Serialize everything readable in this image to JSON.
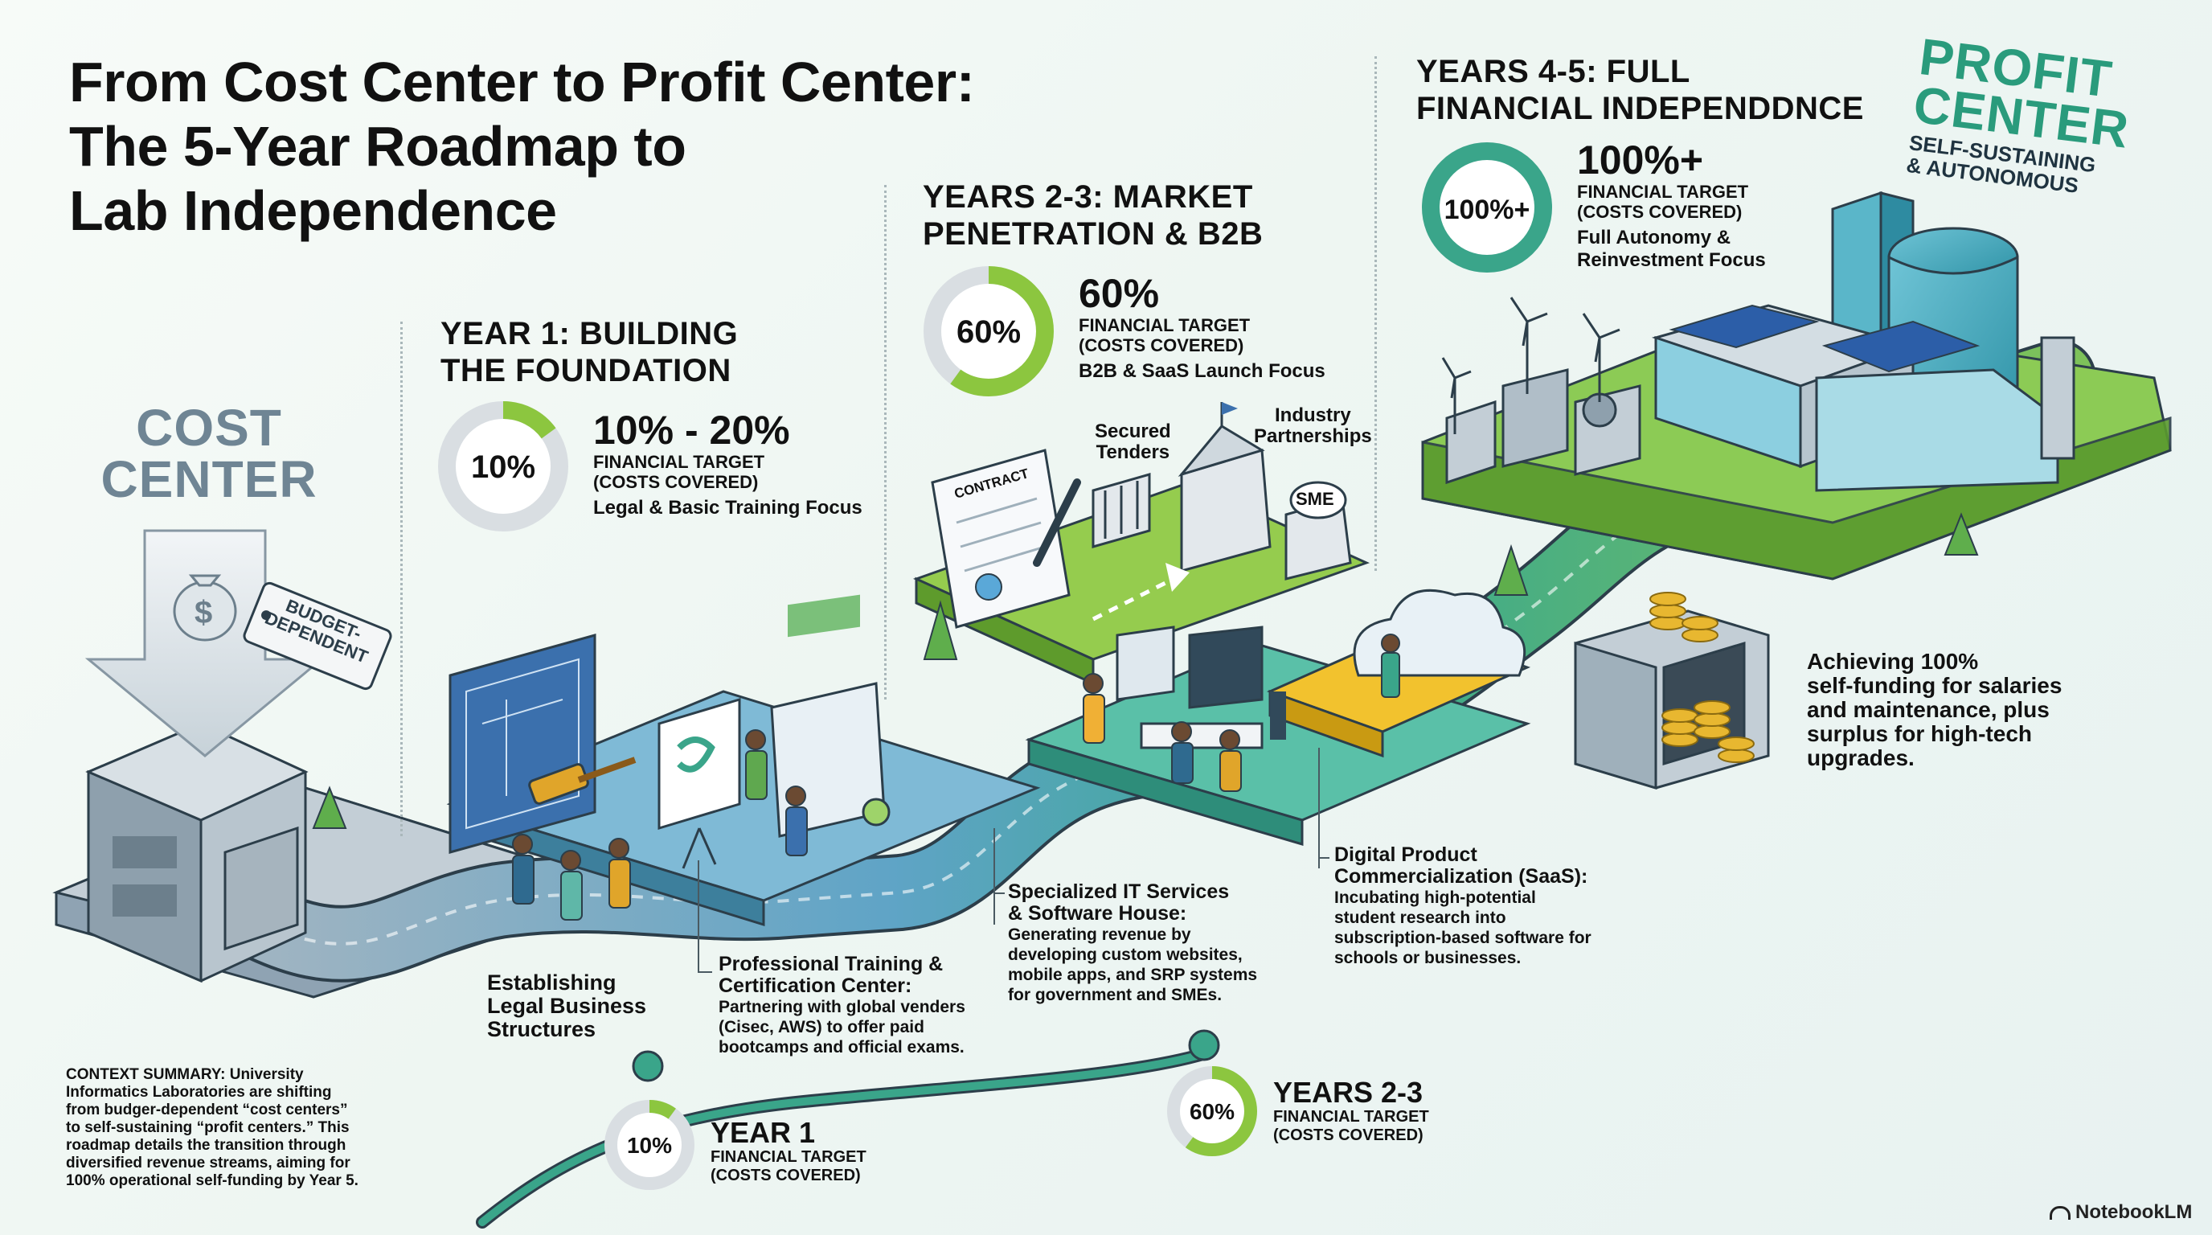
{
  "title": {
    "line1": "From Cost Center to Profit Center:",
    "line2": "The 5-Year Roadmap to",
    "line3": "Lab Independence"
  },
  "cost_center": {
    "line1": "COST",
    "line2": "CENTER",
    "tag": "BUDGET-DEPENDENT",
    "money_symbol": "$"
  },
  "profit_center": {
    "line1": "PROFIT",
    "line2": "CENTER",
    "sub1": "SELF-SUSTAINING",
    "sub2": "& AUTONOMOUS"
  },
  "phases": [
    {
      "heading1": "YEAR 1: BUILDING",
      "heading2": "THE FOUNDATION",
      "ring_label": "10%",
      "progress": 0.15,
      "target": "10% - 20%",
      "target_label1": "FINANCIAL TARGET",
      "target_label2": "(COSTS COVERED)",
      "focus": "Legal & Basic Training Focus"
    },
    {
      "heading1": "YEARS 2-3: MARKET",
      "heading2": "PENETRATION & B2B",
      "ring_label": "60%",
      "progress": 0.6,
      "target": "60%",
      "target_label1": "FINANCIAL TARGET",
      "target_label2": "(COSTS COVERED)",
      "focus": "B2B & SaaS Launch Focus"
    },
    {
      "heading1": "YEARS 4-5: FULL",
      "heading2": "FINANCIAL INDEPENDDNCE",
      "ring_label": "100%+",
      "progress": 1.0,
      "target": "100%+",
      "target_label1": "FINANCIAL TARGET",
      "target_label2": "(COSTS COVERED)",
      "focus1": "Full Autonomy &",
      "focus2": "Reinvestment Focus"
    }
  ],
  "scene_labels": {
    "contract": "CONTRACT",
    "secured_tenders1": "Secured",
    "secured_tenders2": "Tenders",
    "industry1": "Industry",
    "industry2": "Partnerships",
    "sme": "SME"
  },
  "streams": {
    "legal": {
      "l1": "Establishing",
      "l2": "Legal Business",
      "l3": "Structures"
    },
    "training": {
      "t1": "Professional Training &",
      "t2": "Certification Center:",
      "d1": "Partnering with global venders",
      "d2": "(Cisec, AWS) to offer paid",
      "d3": "bootcamps and official exams."
    },
    "it": {
      "t1": "Specialized IT Services",
      "t2": "& Software House:",
      "d1": "Generating revenue by",
      "d2": "developing custom websites,",
      "d3": "mobile apps, and SRP systems",
      "d4": "for government and SMEs."
    },
    "saas": {
      "t1": "Digital Product",
      "t2": "Commercialization (SaaS):",
      "d1": "Incubating high-potential",
      "d2": "student research into",
      "d3": "subscription-based software for",
      "d4": "schools or businesses."
    },
    "achieving": {
      "l1": "Achieving 100%",
      "l2": "self-funding for salaries",
      "l3": "and maintenance, plus",
      "l4": "surplus for high-tech",
      "l5": "upgrades."
    }
  },
  "context": {
    "lead": "CONTEXT SUMMARY:",
    "l1": " University",
    "l2": "Informatics Laboratories are shifting",
    "l3": "from budger-dependent “cost centers”",
    "l4": "to self-sustaining “profit centers.” This",
    "l5": "roadmap details the transition through",
    "l6": "diversified revenue streams, aiming for",
    "l7": "100% operational self-funding by Year 5."
  },
  "timeline": [
    {
      "ring_label": "10%",
      "progress": 0.1,
      "title": "YEAR 1",
      "l1": "FINANCIAL TARGET",
      "l2": "(COSTS COVERED)"
    },
    {
      "ring_label": "60%",
      "progress": 0.6,
      "title": "YEARS 2-3",
      "l1": "FINANCIAL TARGET",
      "l2": "(COSTS COVERED)"
    }
  ],
  "brand": "NotebookLM",
  "colors": {
    "accent_green": "#8cc63f",
    "teal": "#2a9b7c",
    "blue": "#2f7fa8",
    "ring_track": "#d9dee2"
  }
}
